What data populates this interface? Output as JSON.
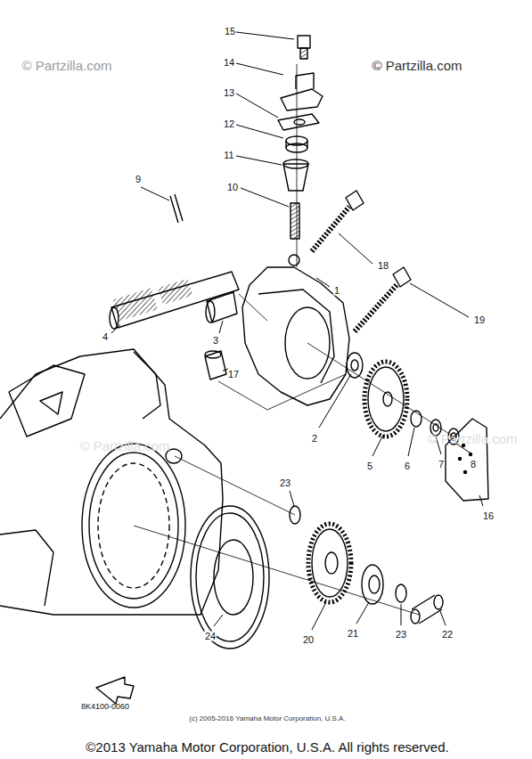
{
  "diagram": {
    "labels": [
      "© Partzilla.com",
      "© Partzilla.com",
      "15",
      "14",
      "13",
      "12",
      "11",
      "10",
      "9",
      "18",
      "1",
      "4",
      "3",
      "17",
      "19",
      "2",
      "5",
      "6",
      "7",
      "8",
      "16",
      "23",
      "20",
      "21",
      "23",
      "22",
      "24",
      "© Partzilla.com",
      "© Partzilla.com",
      "8K4100-0060",
      "(c) 2005-2016 Yamaha Motor Corporation, U.S.A.",
      "©2013 Yamaha Motor Corporation, U.S.A. All rights reserved."
    ]
  }
}
